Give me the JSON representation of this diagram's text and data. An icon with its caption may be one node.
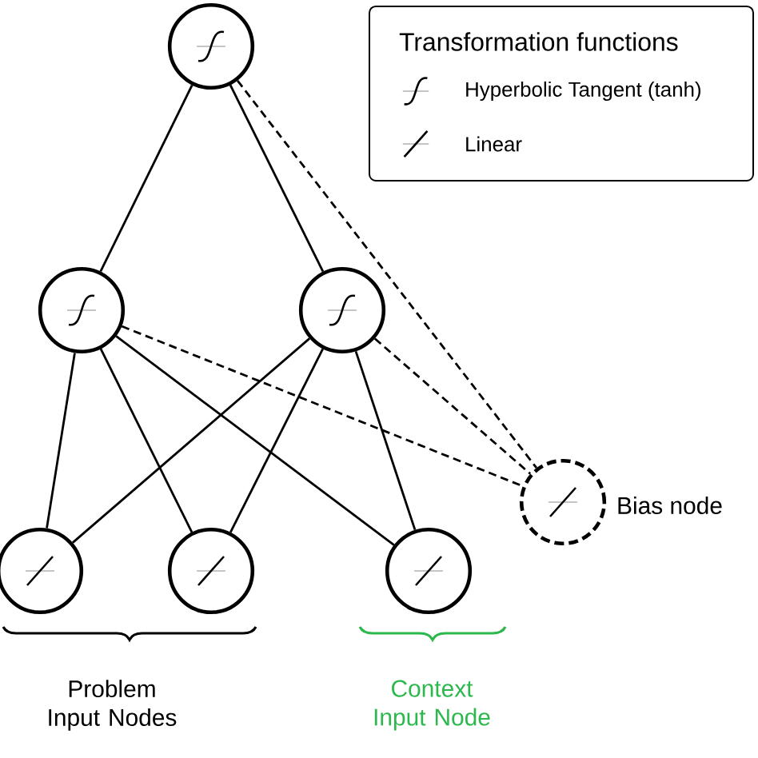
{
  "diagram": {
    "nodes": [
      {
        "text": [],
        "shape": "circle"
      },
      {
        "text": [],
        "shape": "circle"
      },
      {
        "text": [],
        "shape": "circle"
      },
      {
        "text": [],
        "shape": "circle",
        "beside": [
          "Bias node"
        ]
      },
      {
        "text": [],
        "shape": "circle"
      },
      {
        "text": [],
        "shape": "circle"
      },
      {
        "text": [],
        "shape": "circle"
      }
    ],
    "edges": [
      {
        "from": 0,
        "to": 1,
        "arrow": "none"
      },
      {
        "from": 0,
        "to": 2,
        "arrow": "none"
      },
      {
        "from": 0,
        "to": 3,
        "arrow": "none",
        "style": "dashed"
      },
      {
        "from": 1,
        "to": 3,
        "arrow": "none",
        "style": "dashed"
      },
      {
        "from": 2,
        "to": 3,
        "arrow": "none",
        "style": "dashed"
      },
      {
        "from": 1,
        "to": 4,
        "arrow": "none"
      },
      {
        "from": 1,
        "to": 5,
        "arrow": "none"
      },
      {
        "from": 1,
        "to": 6,
        "arrow": "none"
      },
      {
        "from": 2,
        "to": 4,
        "arrow": "none"
      },
      {
        "from": 2,
        "to": 5,
        "arrow": "none"
      },
      {
        "from": 2,
        "to": 6,
        "arrow": "none"
      }
    ],
    "labels": [
      "Transformation functions",
      "Problem Input Nodes",
      "Context Input Node"
    ],
    "legend": [
      {
        "text": "Hyperbolic Tangent (tanh)"
      },
      {
        "text": "Linear"
      }
    ]
  }
}
